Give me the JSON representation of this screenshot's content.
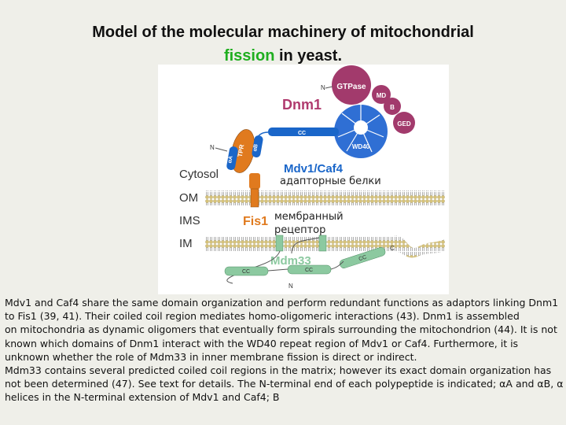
{
  "title": {
    "line1": "Model of the molecular machinery of mitochondrial",
    "highlight": "fission",
    "line2_rest": " in yeast."
  },
  "diagram": {
    "proteins": {
      "dnm1": "Dnm1",
      "mdv1_caf4": "Mdv1/Caf4",
      "fis1": "Fis1",
      "mdm33": "Mdm33"
    },
    "domains": {
      "gtpase": "GTPase",
      "md": "MD",
      "b": "B",
      "ged": "GED",
      "wd40": "WD40",
      "cc": "CC",
      "tpr": "TPR",
      "alpha_a": "αA",
      "alpha_b": "αB",
      "n": "N",
      "c": "C"
    },
    "compartments": {
      "cytosol": "Cytosol",
      "om": "OM",
      "ims": "IMS",
      "im": "IM"
    },
    "annotations": {
      "adaptor": "адапторные белки",
      "receptor_line1": "мембранный",
      "receptor_line2": "рецептор"
    },
    "colors": {
      "dnm1": "#b03a6e",
      "gtpase": "#a23a6c",
      "wd40": "#2f6fd4",
      "mdv1": "#1a66c9",
      "fis1": "#e07a1e",
      "mdm33": "#8cc9a0",
      "membrane": "#d8c47c"
    }
  },
  "caption": {
    "p1": "Mdv1 and Caf4 share the same domain organization and perform redundant functions as adaptors linking Dnm1 to Fis1 (39, 41). Their coiled coil region mediates homo-oligomeric interactions (43). Dnm1 is assembled",
    "p2": "on mitochondria as dynamic oligomers that eventually form spirals surrounding the mitochondrion (44). It is not known which domains of Dnm1 interact with the WD40 repeat region of Mdv1 or Caf4. Furthermore, it is unknown whether the role of Mdm33 in inner membrane fission is direct or indirect.",
    "p3": "Mdm33 contains several predicted coiled coil regions in the matrix; however its exact domain organization has not been determined (47). See text for details. The N-terminal end of each polypeptide is indicated; αA and αB, α helices in the N-terminal extension of Mdv1 and Caf4; B"
  }
}
